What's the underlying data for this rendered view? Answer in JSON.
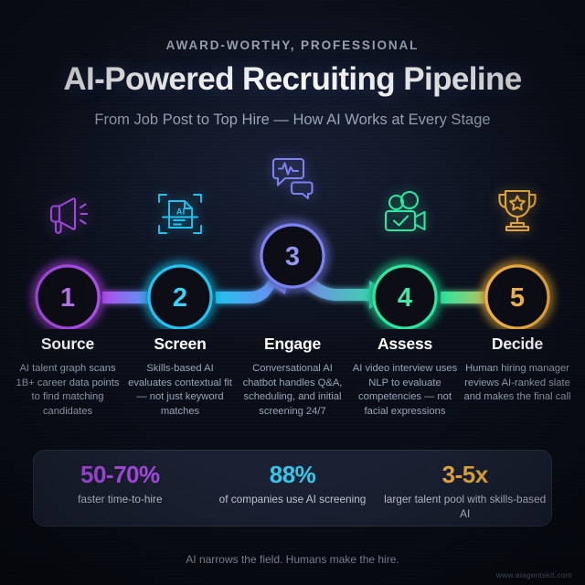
{
  "header": {
    "kicker": "AWARD-WORTHY, PROFESSIONAL",
    "title": "AI-Powered Recruiting Pipeline",
    "subtitle": "From Job Post to Top Hire — How AI Works at Every Stage"
  },
  "pipeline": {
    "stages": [
      {
        "number": "1",
        "name": "Source",
        "desc": "AI talent graph scans 1B+ career data points to find matching candidates",
        "icon": "megaphone-icon",
        "color": "#b14fef"
      },
      {
        "number": "2",
        "name": "Screen",
        "desc": "Skills-based AI evaluates contextual fit — not just keyword matches",
        "icon": "ai-document-scan-icon",
        "color": "#22c3f0"
      },
      {
        "number": "3",
        "name": "Engage",
        "desc": "Conversational AI chatbot handles Q&A, scheduling, and initial screening 24/7",
        "icon": "chat-pulse-icon",
        "color": "#7b82f0"
      },
      {
        "number": "4",
        "name": "Assess",
        "desc": "AI video interview uses NLP to evaluate competencies — not facial expressions",
        "icon": "video-camera-check-icon",
        "color": "#2ee6a0"
      },
      {
        "number": "5",
        "name": "Decide",
        "desc": "Human hiring manager reviews AI-ranked slate and makes the final call",
        "icon": "trophy-star-icon",
        "color": "#f5b342"
      }
    ]
  },
  "stats": [
    {
      "value": "50-70%",
      "label": "faster time-to-hire",
      "color": "#b14fef"
    },
    {
      "value": "88%",
      "label": "of companies use AI screening",
      "color": "#35c6ea"
    },
    {
      "value": "3-5x",
      "label": "larger talent pool with skills-based AI",
      "color": "#f5b342"
    }
  ],
  "footer": {
    "note": "AI narrows the field. Humans make the hire.",
    "watermark": "www.aiagentskit.com"
  },
  "chart_data": {
    "type": "diagram",
    "title": "AI-Powered Recruiting Pipeline",
    "steps": [
      "Source",
      "Screen",
      "Engage",
      "Assess",
      "Decide"
    ],
    "step_numbers": [
      1,
      2,
      3,
      4,
      5
    ],
    "metrics": [
      {
        "name": "faster time-to-hire",
        "value": "50-70%"
      },
      {
        "name": "of companies use AI screening",
        "value": "88%"
      },
      {
        "name": "larger talent pool with skills-based AI",
        "value": "3-5x"
      }
    ]
  }
}
